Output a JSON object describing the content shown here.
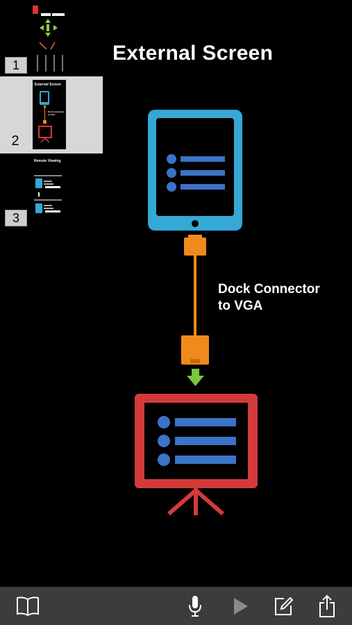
{
  "sidebar": {
    "thumbnails": [
      {
        "number": "1",
        "selected": false
      },
      {
        "number": "2",
        "selected": true,
        "mini_title": "External Screen",
        "mini_label": "Dock Connector to VGA"
      },
      {
        "number": "3",
        "selected": false,
        "mini_title": "Remote Viewing"
      }
    ]
  },
  "slide": {
    "title": "External Screen",
    "connector_label_line1": "Dock Connector",
    "connector_label_line2": "to VGA"
  },
  "colors": {
    "ipad_blue": "#35a8d6",
    "cable_orange": "#f08a1c",
    "arrow_green": "#7cc53c",
    "screen_red": "#d43a3a",
    "bullet_blue": "#3b73c8",
    "toolbar_bg": "#3c3c3e"
  },
  "toolbar": {
    "icons": [
      "book-icon",
      "microphone-icon",
      "play-icon",
      "compose-icon",
      "share-icon"
    ]
  }
}
